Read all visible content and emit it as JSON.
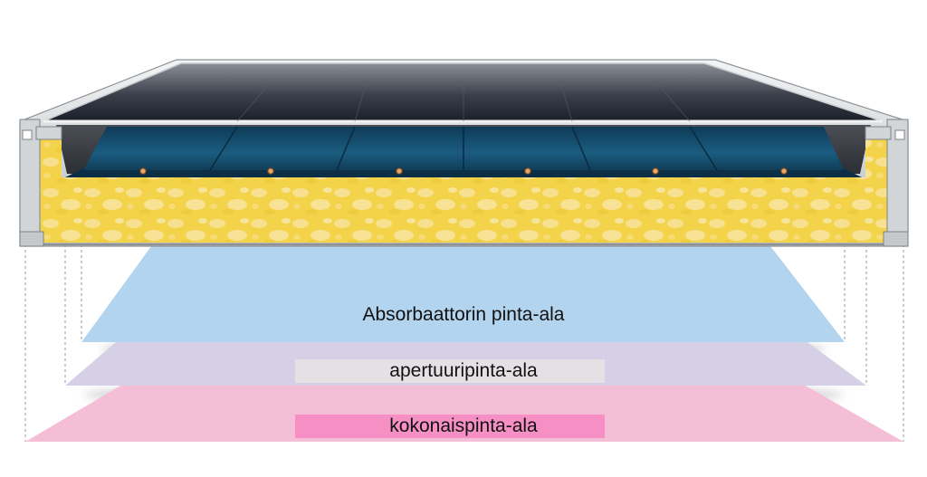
{
  "labels": {
    "absorber_area": "Absorbaattorin pinta-ala",
    "aperture_area": "apertuuripinta-ala",
    "total_area": "kokonaispinta-ala"
  },
  "colors": {
    "absorber_layer": "#b3d4ee",
    "aperture_layer": "#d5d0e6",
    "total_layer": "#f4bfd6",
    "aperture_label_box": "#e4e0e4",
    "total_label_box": "#f58fc4",
    "insulation": "#f2d44a",
    "absorber_panel": "#17506f",
    "frame": "#d4d6d8"
  }
}
